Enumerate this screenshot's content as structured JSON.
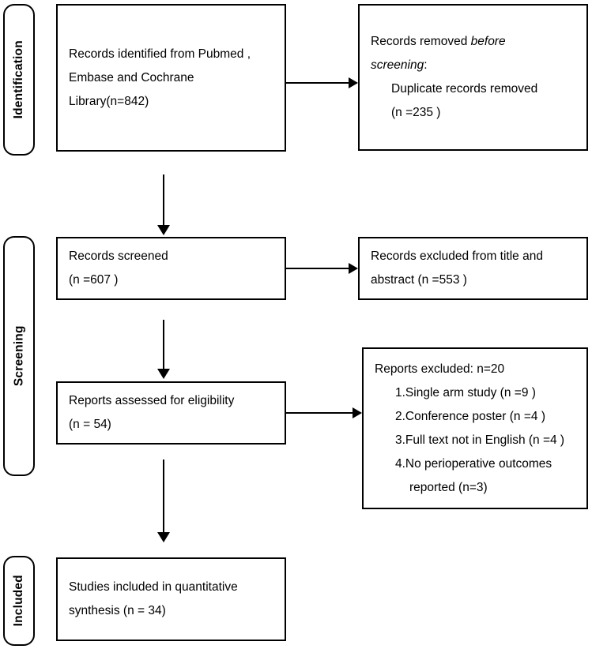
{
  "diagram": {
    "title": "PRISMA flow diagram",
    "type": "prisma-flow-diagram",
    "background_color": "#ffffff",
    "line_color": "#000000",
    "text_color": "#000000"
  },
  "stages": [
    {
      "id": "identification",
      "label": "Identification"
    },
    {
      "id": "screening",
      "label": "Screening"
    },
    {
      "id": "included",
      "label": "Included"
    }
  ],
  "boxes": {
    "records_identified": {
      "lines": [
        "Records identified from Pubmed ,",
        "Embase and Cochrane",
        "Library(n=842)"
      ],
      "count": 842
    },
    "records_removed": {
      "line1_prefix": "Records removed ",
      "line1_italic": "before",
      "line2_italic": "screening",
      "line2_suffix": ":",
      "line3": "Duplicate records removed",
      "line4": "(n =235 )",
      "count": 235
    },
    "records_screened": {
      "line1": "Records screened",
      "line2": "(n =607 )",
      "count": 607
    },
    "records_excluded": {
      "line1": "Records excluded from title and",
      "line2": "abstract (n =553 )",
      "count": 553
    },
    "reports_assessed": {
      "line1": "Reports assessed for eligibility",
      "line2": "(n = 54)",
      "count": 54
    },
    "reports_excluded": {
      "heading": "Reports excluded: n=20",
      "total": 20,
      "reasons": [
        {
          "text": "1.Single arm study (n =9 )",
          "count": 9
        },
        {
          "text": "2.Conference poster (n =4 )",
          "count": 4
        },
        {
          "text": "3.Full text not in English (n =4 )",
          "count": 4
        },
        {
          "text": "4.No perioperative outcomes",
          "count": 3
        },
        {
          "text": "reported (n=3)",
          "count": 3
        }
      ]
    },
    "studies_included": {
      "line1": "Studies included in quantitative",
      "line2": "synthesis (n = 34)",
      "count": 34
    }
  },
  "connectors": [
    {
      "id": "identified-to-removed",
      "kind": "arrow-right"
    },
    {
      "id": "identified-to-screened",
      "kind": "arrow-down"
    },
    {
      "id": "screened-to-excluded",
      "kind": "arrow-right"
    },
    {
      "id": "screened-to-assessed",
      "kind": "arrow-down"
    },
    {
      "id": "assessed-to-excluded",
      "kind": "arrow-right"
    },
    {
      "id": "assessed-to-included",
      "kind": "arrow-down"
    }
  ]
}
